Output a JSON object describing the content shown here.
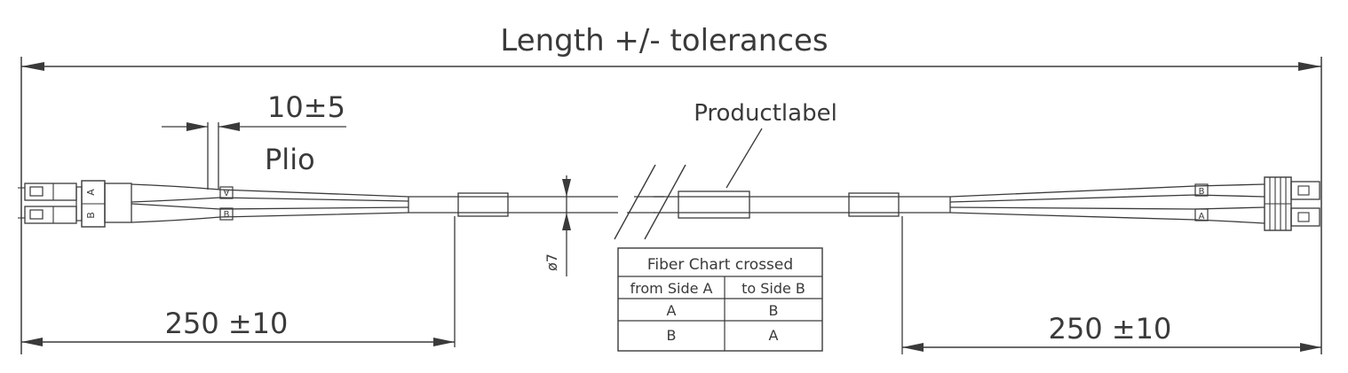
{
  "dimensions": {
    "overall_length": "Length +/- tolerances",
    "breakout_gap": "10±5",
    "left_leg": "250 ±10",
    "right_leg": "250 ±10",
    "diameter": "ø7"
  },
  "labels": {
    "plio": "Plio",
    "product_label": "Productlabel"
  },
  "fiber_markers": {
    "left_connector_top": "A",
    "left_connector_bottom": "B",
    "left_leg_top": "A",
    "left_leg_bottom": "B",
    "right_leg_top": "B",
    "right_leg_bottom": "A"
  },
  "fiber_chart": {
    "title": "Fiber Chart crossed",
    "headers": [
      "from Side A",
      "to Side B"
    ],
    "rows": [
      [
        "A",
        "B"
      ],
      [
        "B",
        "A"
      ]
    ]
  }
}
